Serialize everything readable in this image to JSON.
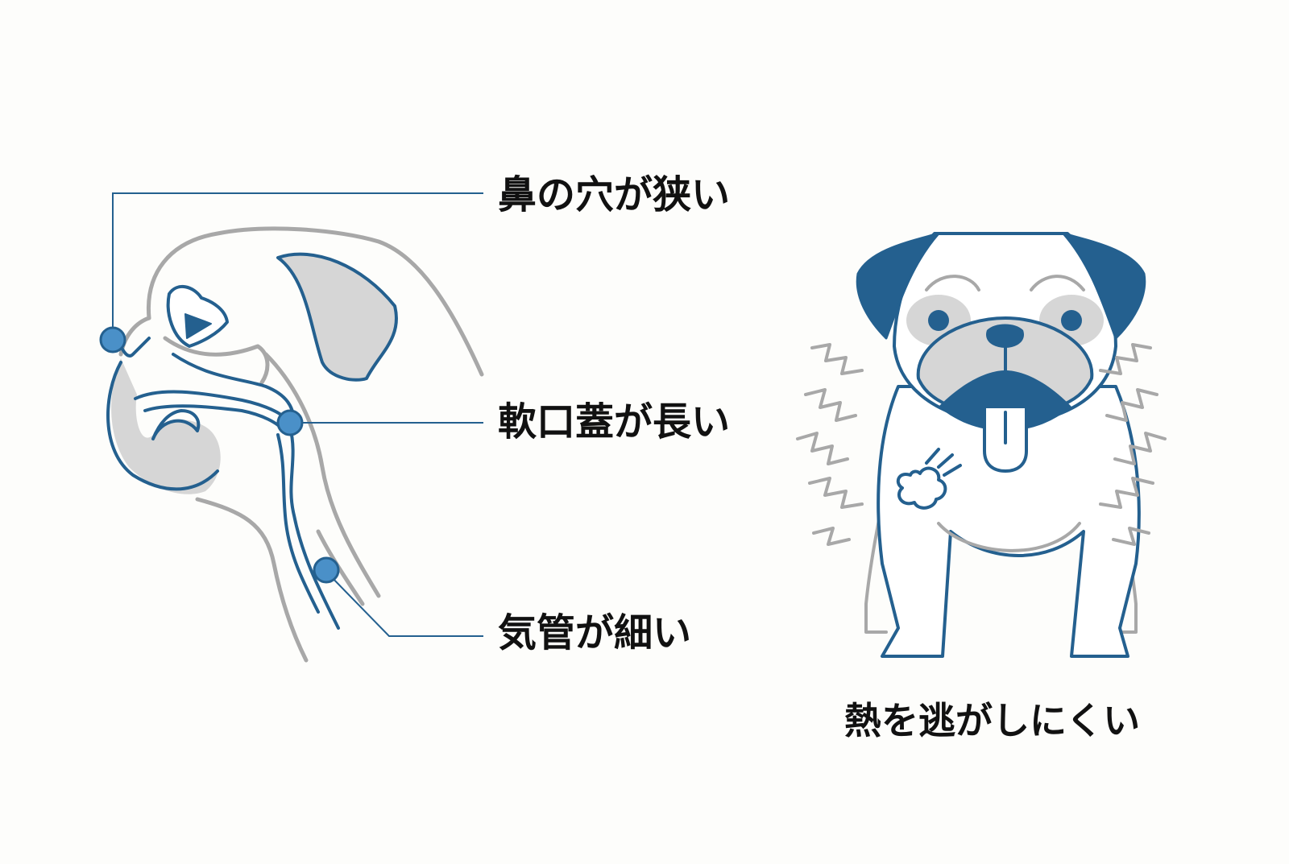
{
  "labels": {
    "nostrils": "鼻の穴が狭い",
    "soft_palate": "軟口蓋が長い",
    "trachea": "気管が細い",
    "heat": "熱を逃がしにくい"
  },
  "colors": {
    "accent_blue": "#24608f",
    "marker_blue": "#4a90c8",
    "outline_gray": "#a8a8a8",
    "fill_gray": "#d6d6d6",
    "text": "#111111",
    "background": "#fdfdfb"
  },
  "icons": {
    "head_cross_section": "dog-head-airway-cross-section",
    "pug": "panting-pug",
    "heat_waves": "zigzag-heat-lines",
    "breath_puff": "breath-cloud"
  }
}
